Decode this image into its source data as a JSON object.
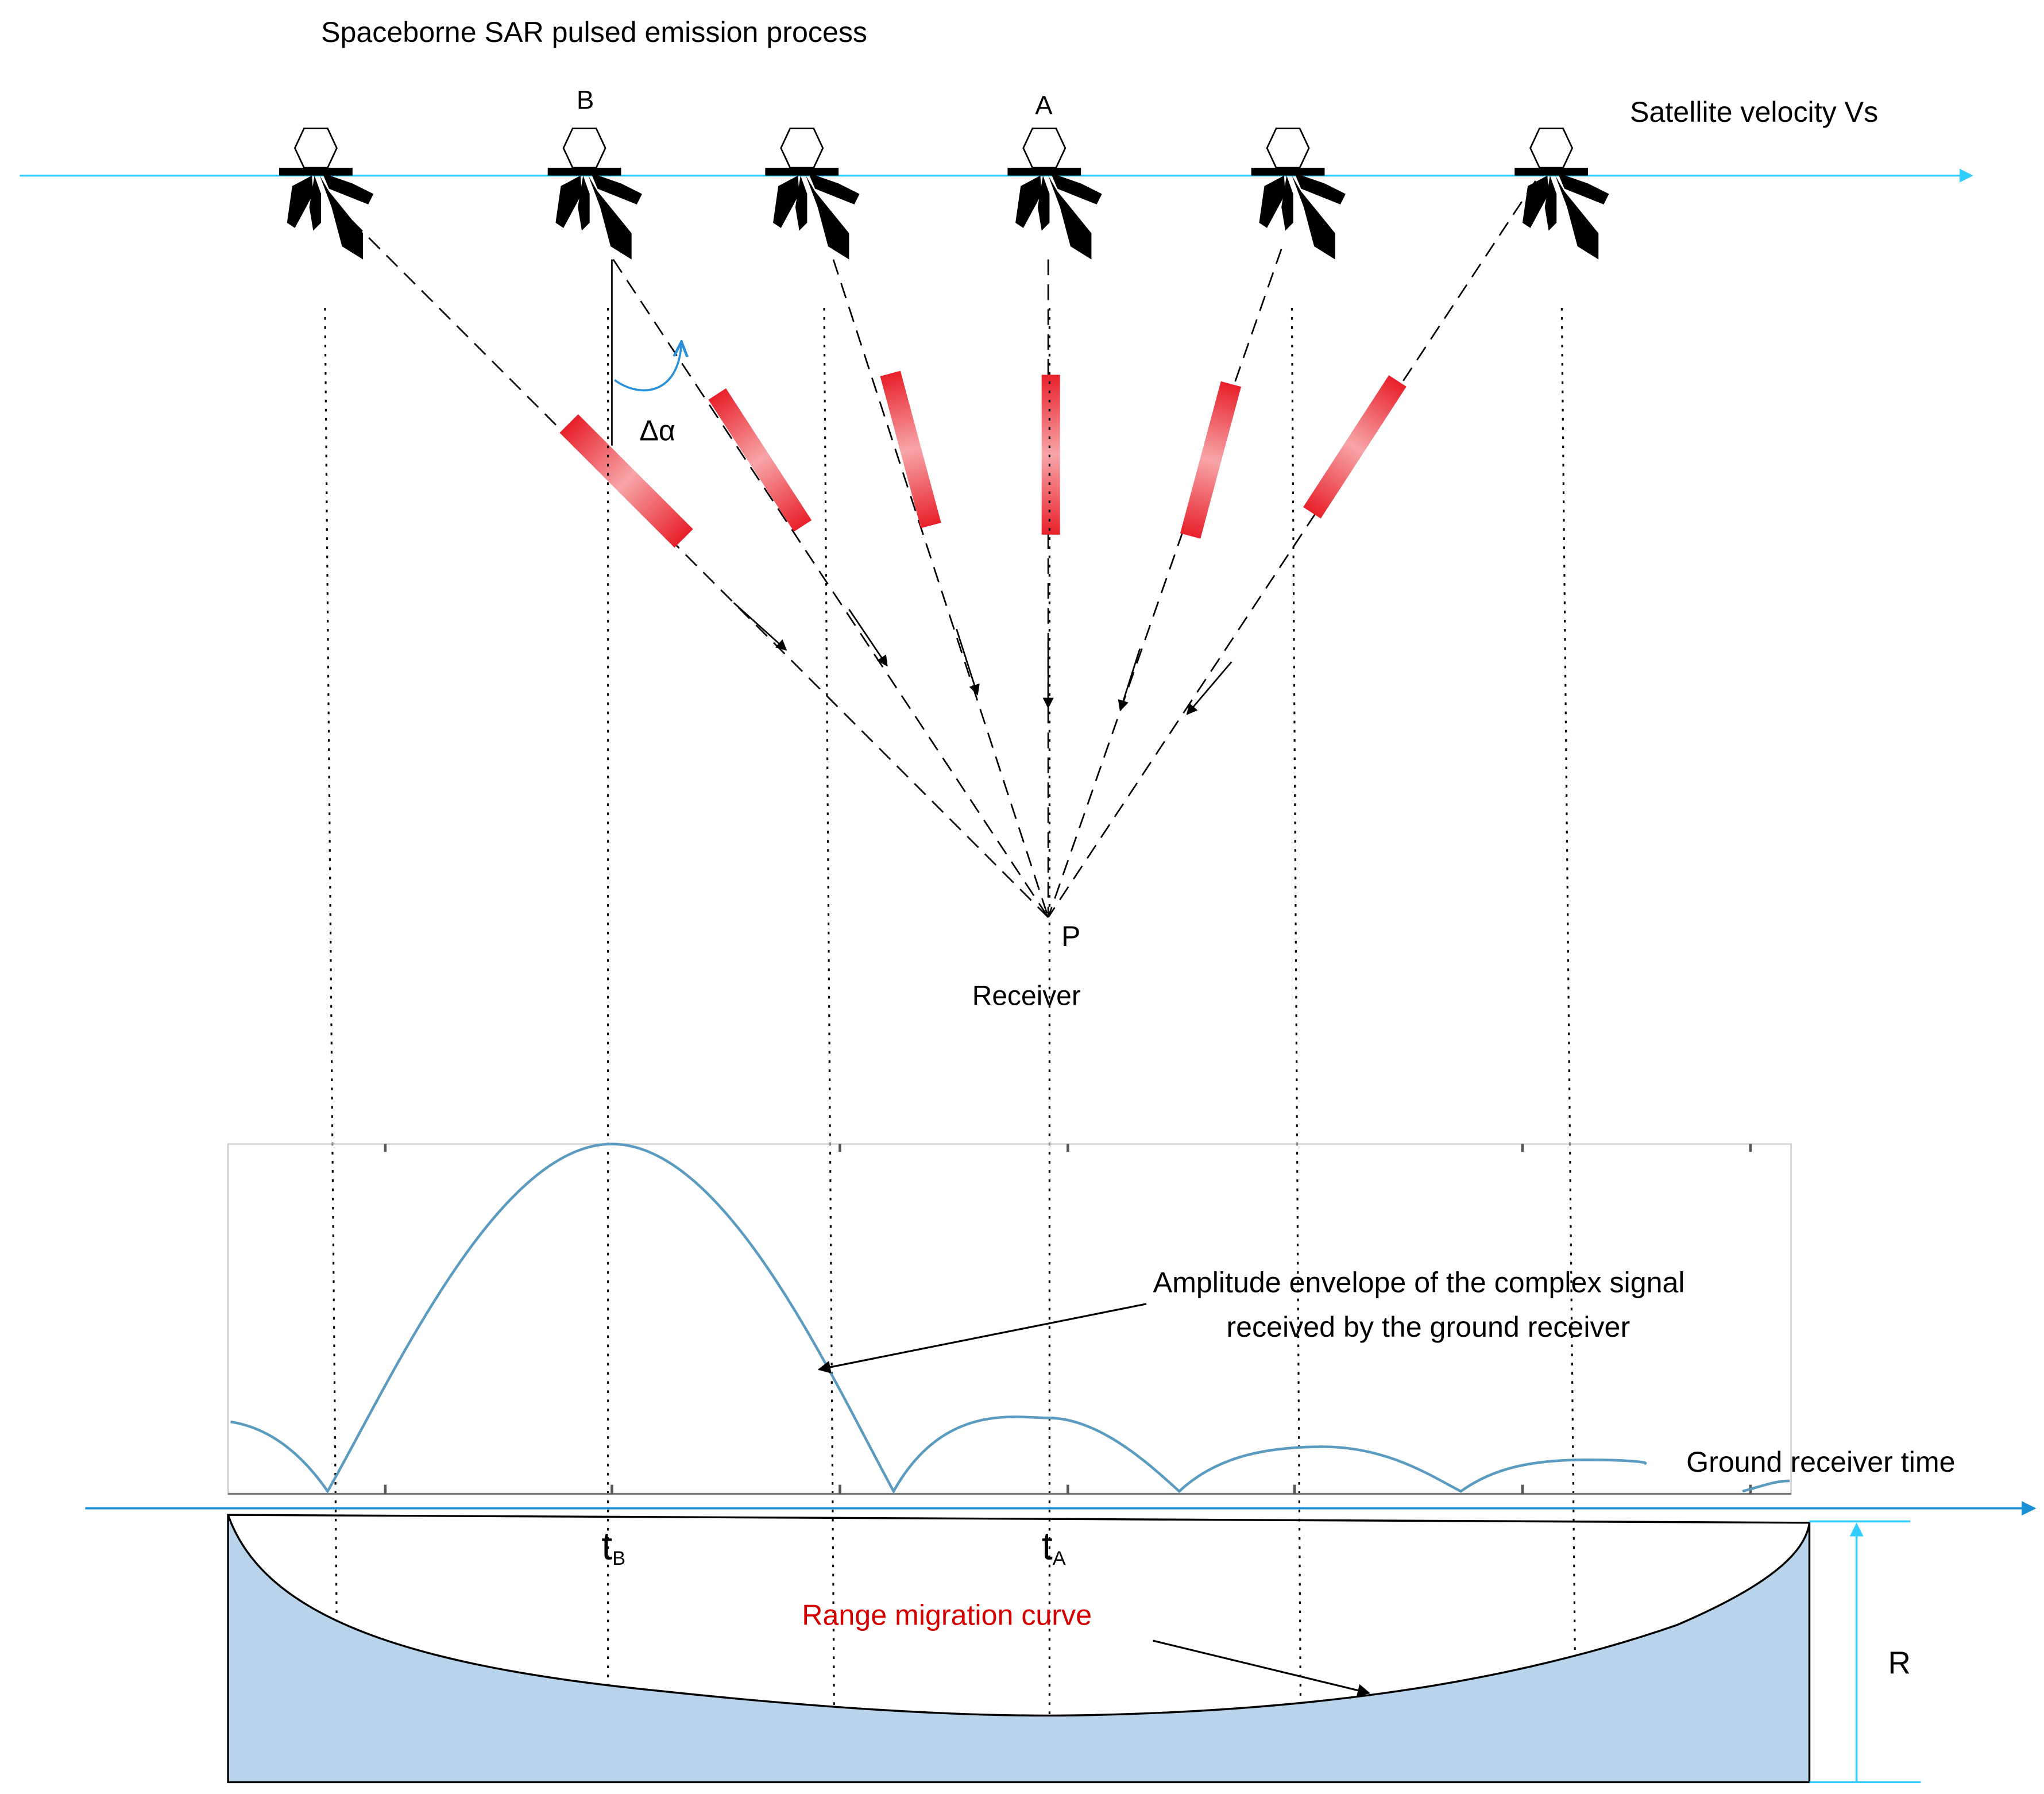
{
  "title": "Spaceborne SAR pulsed emission process",
  "velocity_label": "Satellite velocity Vs",
  "point_b_label": "B",
  "point_a_label": "A",
  "angle_label": "Δα",
  "target_label": "P",
  "receiver_label": "Receiver",
  "envelope_label_line1": "Amplitude envelope of the complex signal",
  "envelope_label_line2": "received by the ground receiver",
  "time_axis_label": "Ground receiver time",
  "tb_label": "t",
  "tb_sub": "B",
  "ta_label": "t",
  "ta_sub": "A",
  "migration_label": "Range migration curve",
  "range_label": "R",
  "colors": {
    "velocity_axis": "#33ccff",
    "time_axis": "#1a8fd6",
    "pulse_red": "#e8202a",
    "envelope_curve": "#5b9bc0",
    "migration_fill": "#b8d3ea",
    "angle_arc": "#2a90d8",
    "migration_label": "#d40000"
  },
  "satellites": [
    {
      "id": "sat-1",
      "label": ""
    },
    {
      "id": "sat-2",
      "label": "B"
    },
    {
      "id": "sat-3",
      "label": ""
    },
    {
      "id": "sat-4",
      "label": "A"
    },
    {
      "id": "sat-5",
      "label": ""
    },
    {
      "id": "sat-6",
      "label": ""
    }
  ]
}
